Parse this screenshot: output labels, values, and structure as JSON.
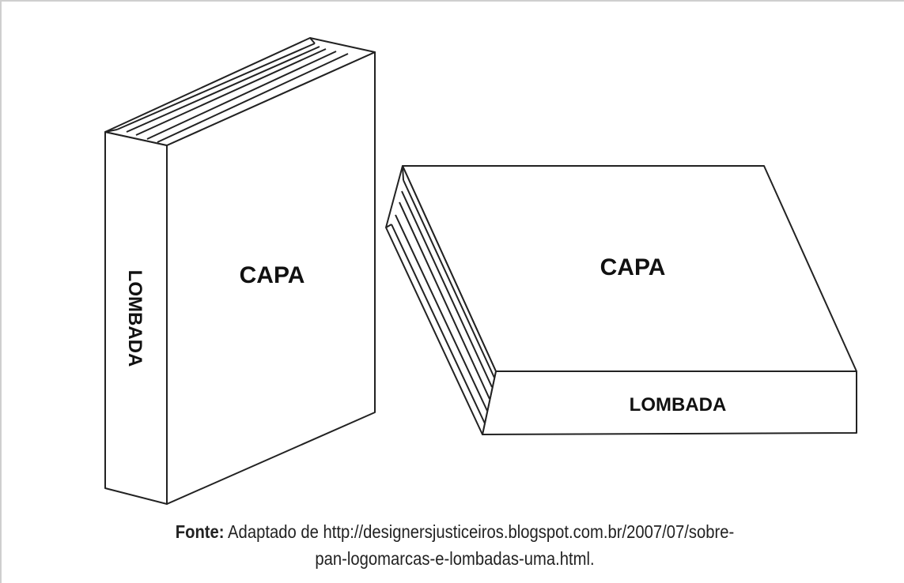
{
  "book_upright": {
    "cover_label": "CAPA",
    "spine_label": "LOMBADA"
  },
  "book_flat": {
    "cover_label": "CAPA",
    "spine_label": "LOMBADA"
  },
  "caption": {
    "source_label": "Fonte:",
    "line1": " Adaptado de http://designersjusticeiros.blogspot.com.br/2007/07/sobre-",
    "line2": "pan-logomarcas-e-lombadas-uma.html."
  },
  "colors": {
    "line": "#222222",
    "text": "#111111",
    "frame": "#cfcfcf"
  }
}
